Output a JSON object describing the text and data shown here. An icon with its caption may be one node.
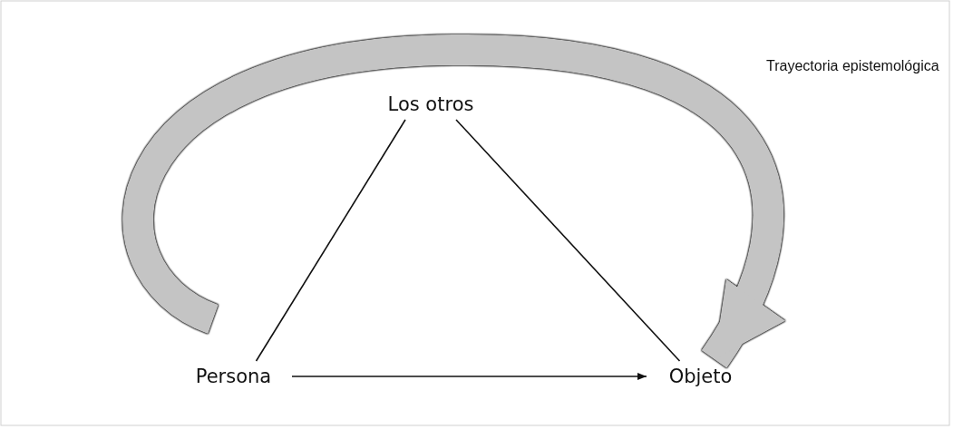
{
  "diagram": {
    "nodes": [
      {
        "text": [
          "Los otros"
        ]
      },
      {
        "text": [
          "Persona"
        ]
      },
      {
        "text": [
          "Objeto"
        ]
      }
    ],
    "edges": [
      {
        "from": 0,
        "to": 1,
        "arrow": "none"
      },
      {
        "from": 0,
        "to": 2,
        "arrow": "none"
      },
      {
        "from": 1,
        "to": 2,
        "arrow": "to"
      },
      {
        "from": null,
        "to": 2,
        "arrow": "to",
        "label": "Trayectoria epistemológica",
        "style": "thick",
        "color": "#c4c4c4"
      }
    ]
  }
}
